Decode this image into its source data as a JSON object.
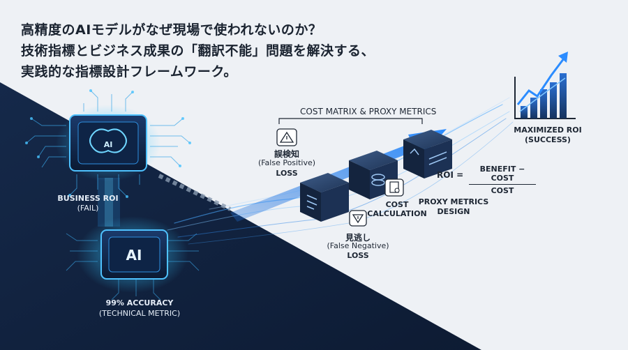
{
  "title": {
    "line1": "高精度のAIモデルがなぜ現場で使われないのか？",
    "line2": "技術指標とビジネス成果の「翻訳不能」問題を解決する、",
    "line3": "実践的な指標設計フレームワーク。"
  },
  "chips": {
    "top_chip_text": "AI",
    "bottom_chip_text": "AI"
  },
  "labels": {
    "business_roi": "BUSINESS ROI",
    "business_roi_status": "(FAIL)",
    "accuracy": "99% ACCURACY",
    "accuracy_sub": "(TECHNICAL METRIC)",
    "cost_matrix": "COST MATRIX & PROXY METRICS",
    "fp_jp": "誤検知",
    "fp_en": "(False Positive)",
    "fp_loss": "LOSS",
    "cost": "COST",
    "calculation": "CALCULATION",
    "fn_jp": "見逃し",
    "fn_en": "(False Negative)",
    "fn_loss": "LOSS",
    "proxy_metrics": "PROXY METRICS",
    "proxy_design": "DESIGN",
    "max_roi": "MAXIMIZED ROI",
    "success": "(SUCCESS)"
  },
  "formula": {
    "lhs": "ROI =",
    "numerator": "BENEFIT − COST",
    "denominator": "COST"
  },
  "colors": {
    "dark_region": "#15294a",
    "accent_blue": "#2b8cff",
    "glow_cyan": "#35c8ff",
    "background": "#eef1f5"
  }
}
